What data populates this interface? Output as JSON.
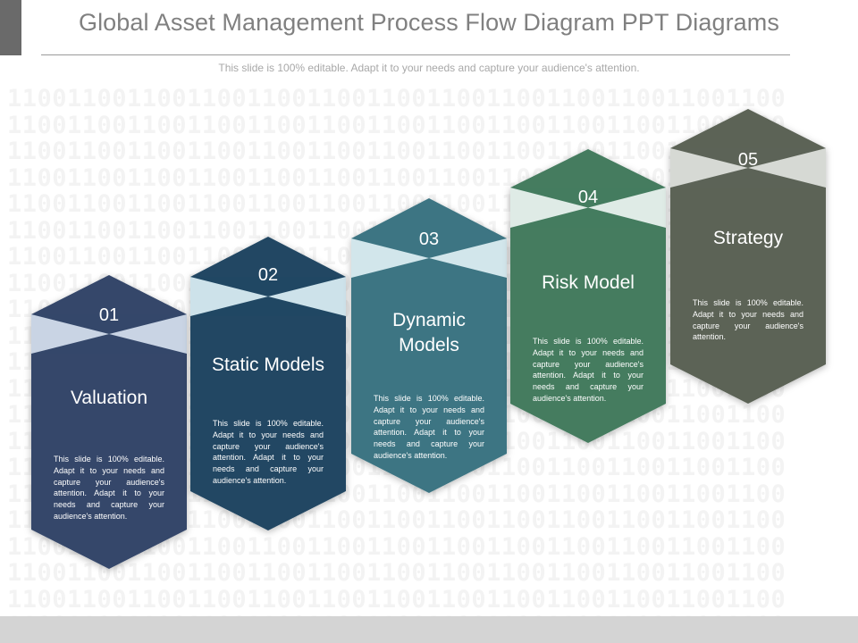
{
  "header": {
    "title": "Global Asset Management Process Flow Diagram PPT Diagrams",
    "subtitle": "This slide is 100% editable. Adapt it to your needs and capture your audience's attention."
  },
  "background": {
    "binary_row": "1100110011001100110011001100110011001100110011001100"
  },
  "steps": [
    {
      "number": "01",
      "label": "Valuation",
      "description": "This slide is 100% editable. Adapt it to your needs and capture your audience's attention. Adapt it to your needs and capture your audience's attention.",
      "color": "#34476a",
      "band_color": "#c9d4e4"
    },
    {
      "number": "02",
      "label": "Static Models",
      "description": "This slide is 100% editable. Adapt it to your needs and capture your audience's attention. Adapt it to your needs and capture your audience's attention.",
      "color": "#204763",
      "band_color": "#cde2ea"
    },
    {
      "number": "03",
      "label": "Dynamic Models",
      "description": "This slide is 100% editable. Adapt it to your needs and capture your audience's attention. Adapt it to your needs and capture your audience's attention.",
      "color": "#3d7583",
      "band_color": "#d2e6eb"
    },
    {
      "number": "04",
      "label": "Risk Model",
      "description": "This slide is 100% editable. Adapt it to your needs and capture your audience's attention. Adapt it to your needs and capture your audience's attention.",
      "color": "#447c5f",
      "band_color": "#dfebe6"
    },
    {
      "number": "05",
      "label": "Strategy",
      "description": "This slide is 100% editable. Adapt it to your needs and capture your audience's attention.",
      "color": "#5c6357",
      "band_color": "#d6d9d4"
    }
  ]
}
